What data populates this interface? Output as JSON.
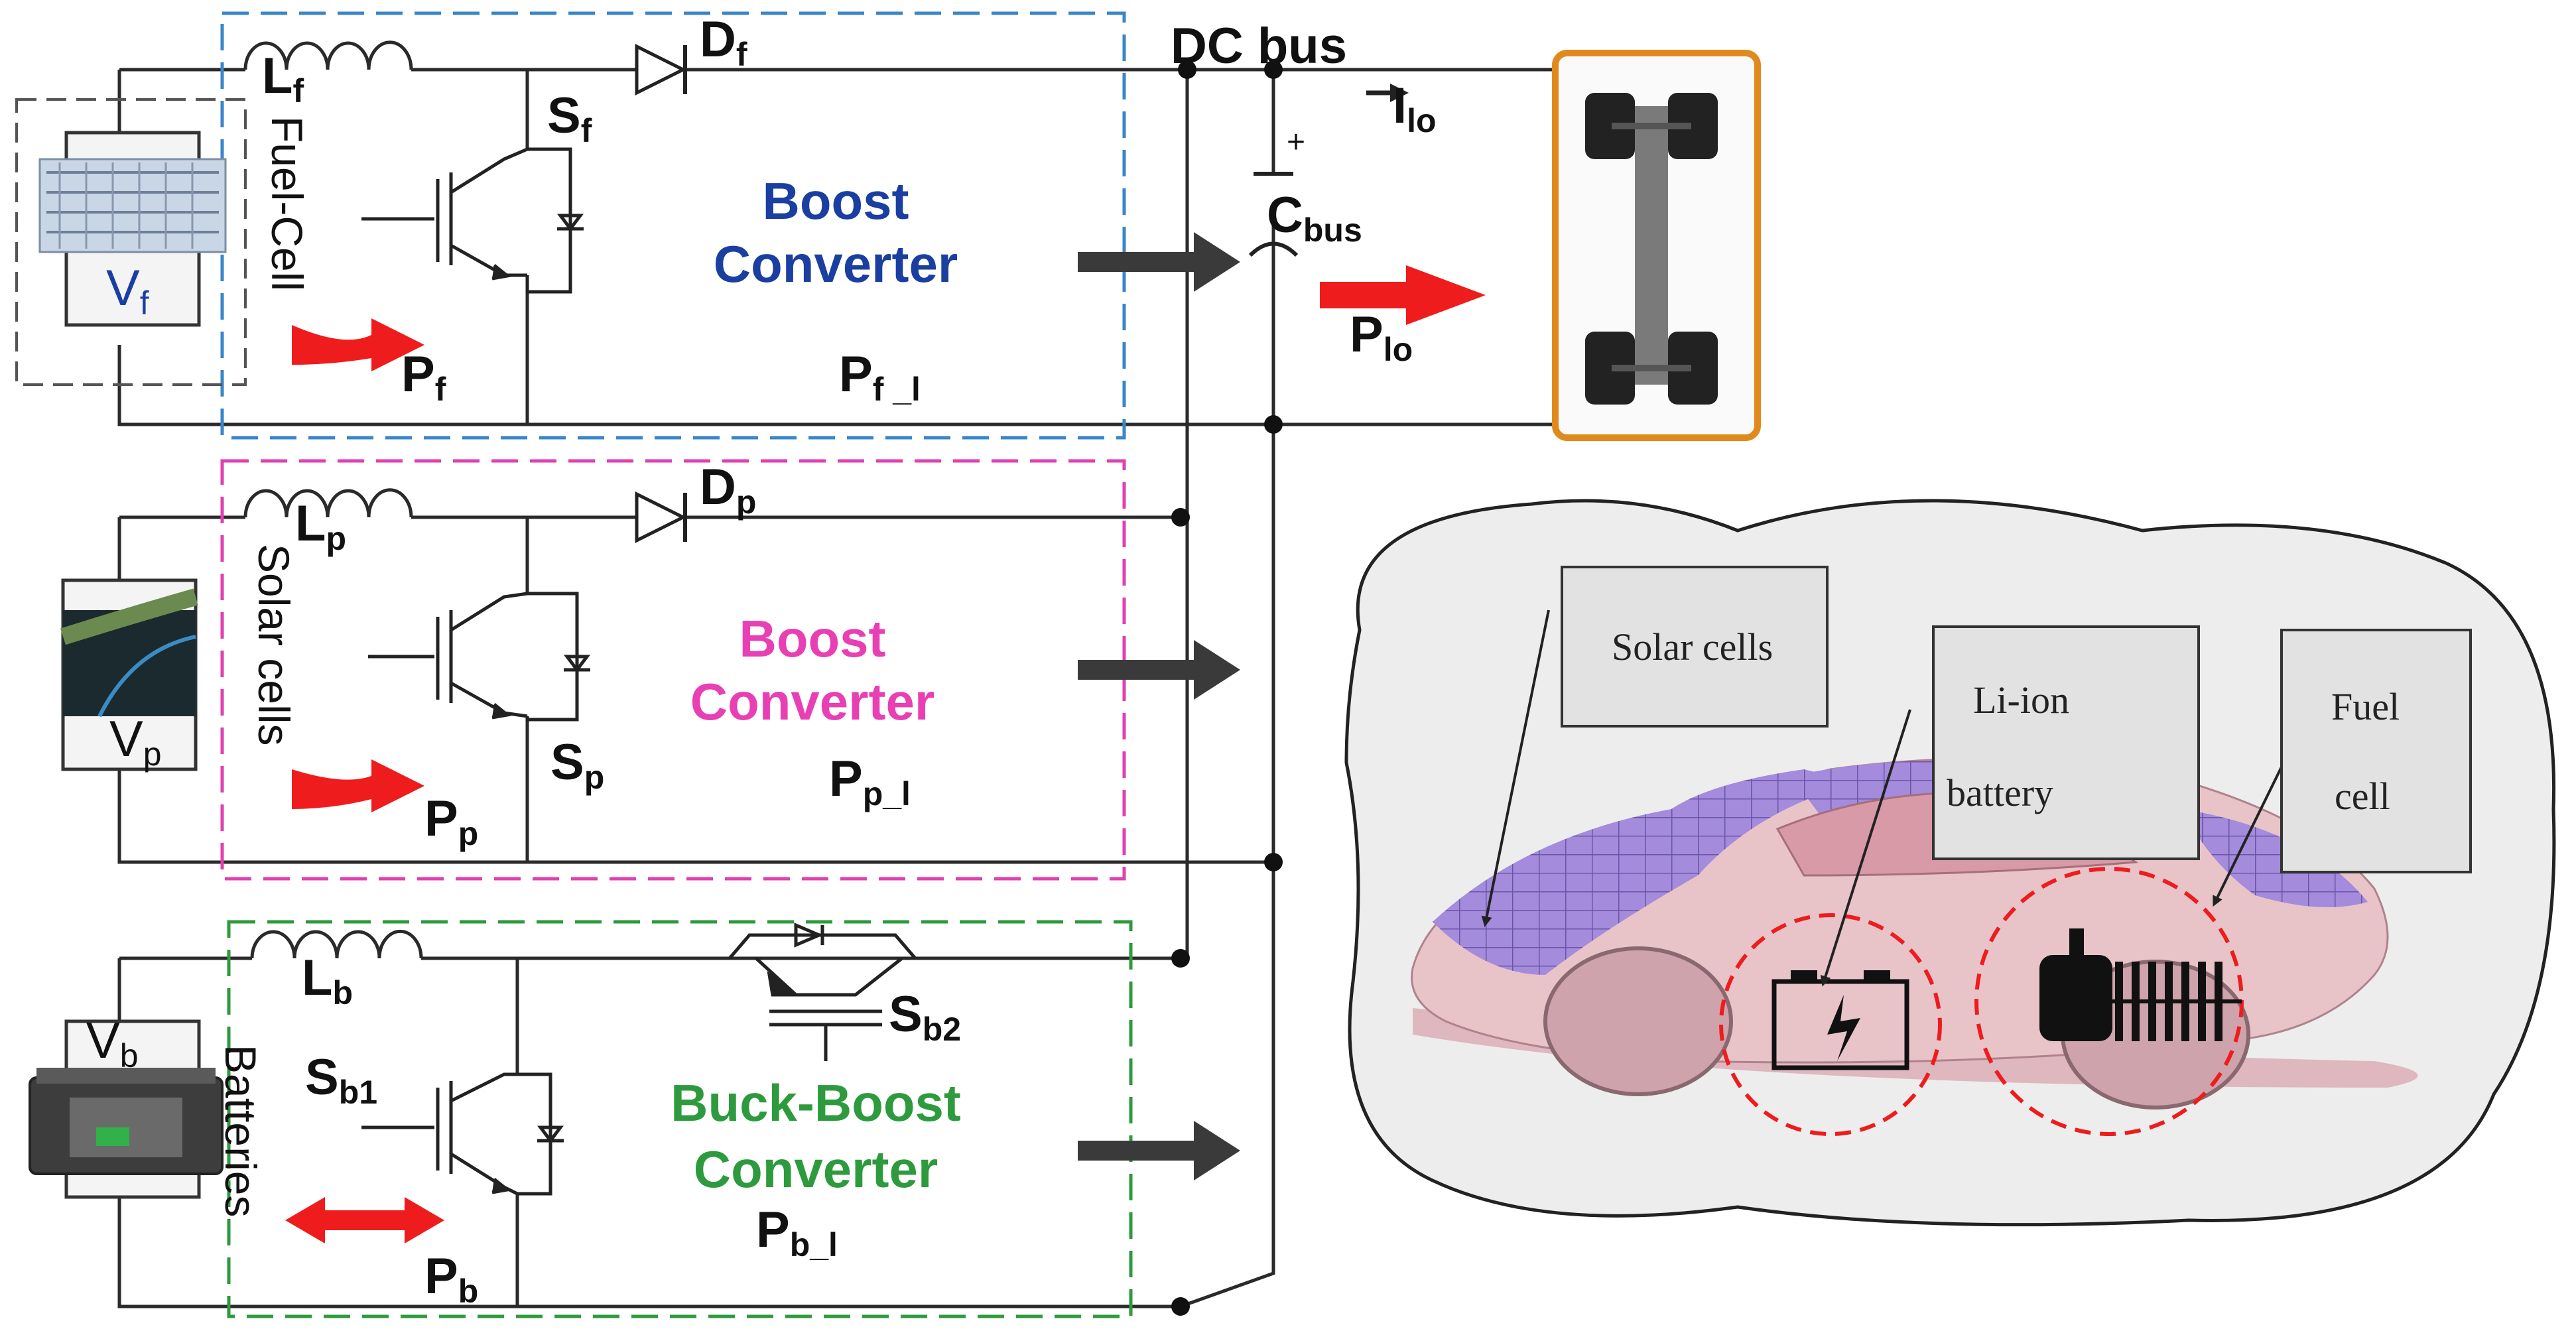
{
  "colors": {
    "fuel_cell_box": "#3a86c8",
    "solar_box": "#e040b0",
    "battery_box": "#2e9a3e",
    "power_arrow": "#ee1c1c",
    "flow_arrow": "#3a3a3a",
    "car_frame": "#e08a1e",
    "car_body": "#e8c4c8",
    "solar_panel": "#9c7fd6",
    "blob_bg": "#ededed"
  },
  "labels": {
    "dc_bus": "DC bus",
    "cap_plus": "+",
    "cap": "C",
    "cap_sub": "bus",
    "i_lo": "I",
    "i_lo_sub": "lo",
    "p_lo": "P",
    "p_lo_sub": "lo"
  },
  "fuel_cell": {
    "source_label": "Fuel-Cell",
    "voltage": "V",
    "voltage_sub": "f",
    "inductor": "L",
    "inductor_sub": "f",
    "diode": "D",
    "diode_sub": "f",
    "switch": "S",
    "switch_sub": "f",
    "converter_line1": "Boost",
    "converter_line2": "Converter",
    "power": "P",
    "power_sub": "f",
    "power_out": "P",
    "power_out_sub": "f _l"
  },
  "solar": {
    "source_label": "Solar cells",
    "voltage": "V",
    "voltage_sub": "p",
    "inductor": "L",
    "inductor_sub": "p",
    "diode": "D",
    "diode_sub": "p",
    "switch": "S",
    "switch_sub": "p",
    "converter_line1": "Boost",
    "converter_line2": "Converter",
    "power": "P",
    "power_sub": "p",
    "power_out": "P",
    "power_out_sub": "p_l"
  },
  "battery": {
    "source_label": "Batteries",
    "voltage": "V",
    "voltage_sub": "b",
    "inductor": "L",
    "inductor_sub": "b",
    "switch1": "S",
    "switch1_sub": "b1",
    "switch2": "S",
    "switch2_sub": "b2",
    "converter_line1": "Buck-Boost",
    "converter_line2": "Converter",
    "power": "P",
    "power_sub": "b",
    "power_out": "P",
    "power_out_sub": "b_l"
  },
  "callouts": {
    "solar": "Solar cells",
    "battery_line1": "Li-ion",
    "battery_line2": "battery",
    "fuel_line1": "Fuel",
    "fuel_line2": "cell"
  }
}
